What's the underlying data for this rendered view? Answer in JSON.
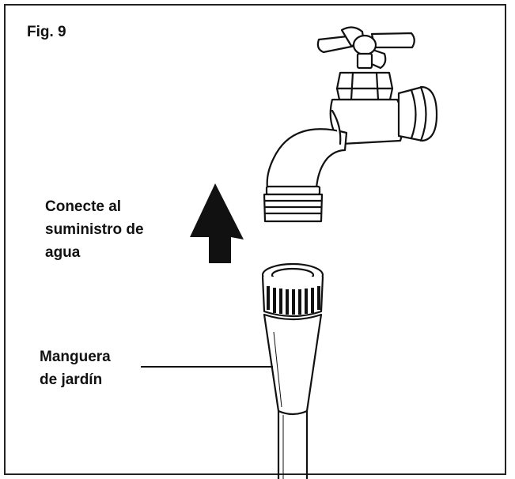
{
  "figure": {
    "label": "Fig. 9"
  },
  "annotations": {
    "connect_lines": [
      "Conecte al",
      "suministro de",
      "agua"
    ],
    "hose_lines": [
      "Manguera",
      "de jardín"
    ]
  },
  "icons": {
    "faucet": "faucet-icon",
    "arrow": "up-arrow-icon",
    "hose": "hose-connector-icon"
  },
  "colors": {
    "stroke": "#111111",
    "arrow_fill": "#111111",
    "background": "#ffffff"
  }
}
